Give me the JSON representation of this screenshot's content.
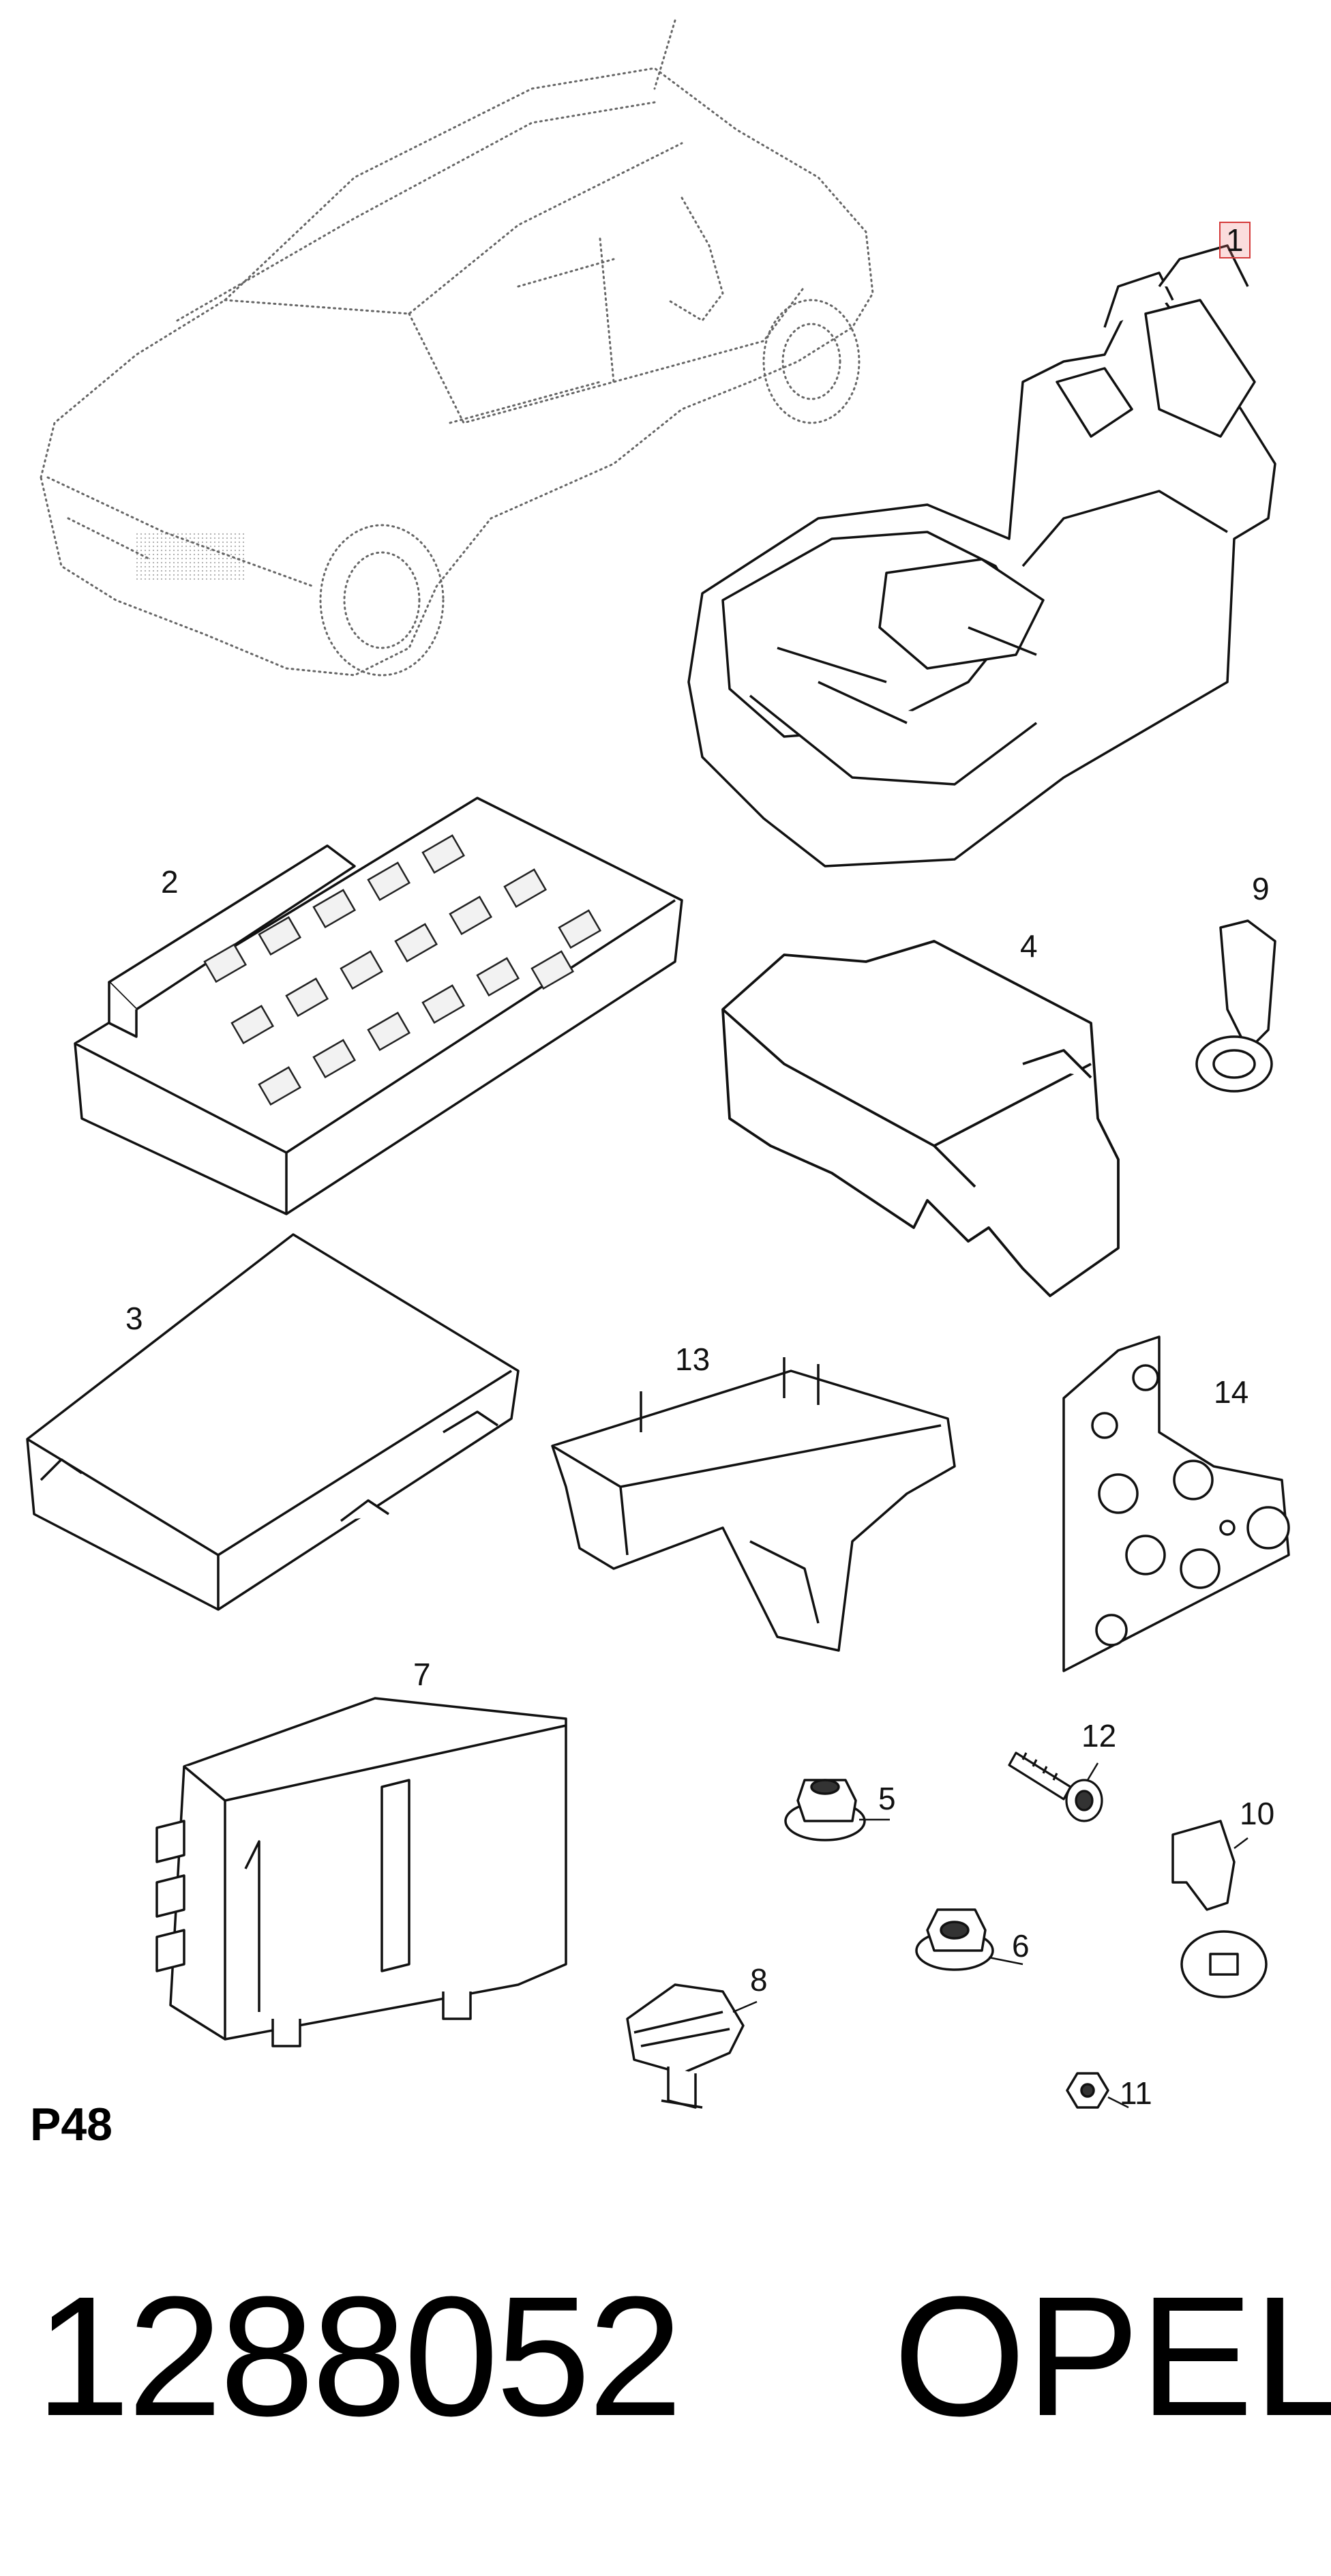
{
  "diagram": {
    "callouts": [
      {
        "id": "1",
        "highlighted": true
      },
      {
        "id": "2"
      },
      {
        "id": "3"
      },
      {
        "id": "4"
      },
      {
        "id": "5"
      },
      {
        "id": "6"
      },
      {
        "id": "7"
      },
      {
        "id": "8"
      },
      {
        "id": "9"
      },
      {
        "id": "10"
      },
      {
        "id": "11"
      },
      {
        "id": "12"
      },
      {
        "id": "13"
      },
      {
        "id": "14"
      }
    ],
    "page_code": "P48",
    "part_number": "1288052",
    "brand": "OPEL",
    "highlight_color": "#d43a3a"
  }
}
